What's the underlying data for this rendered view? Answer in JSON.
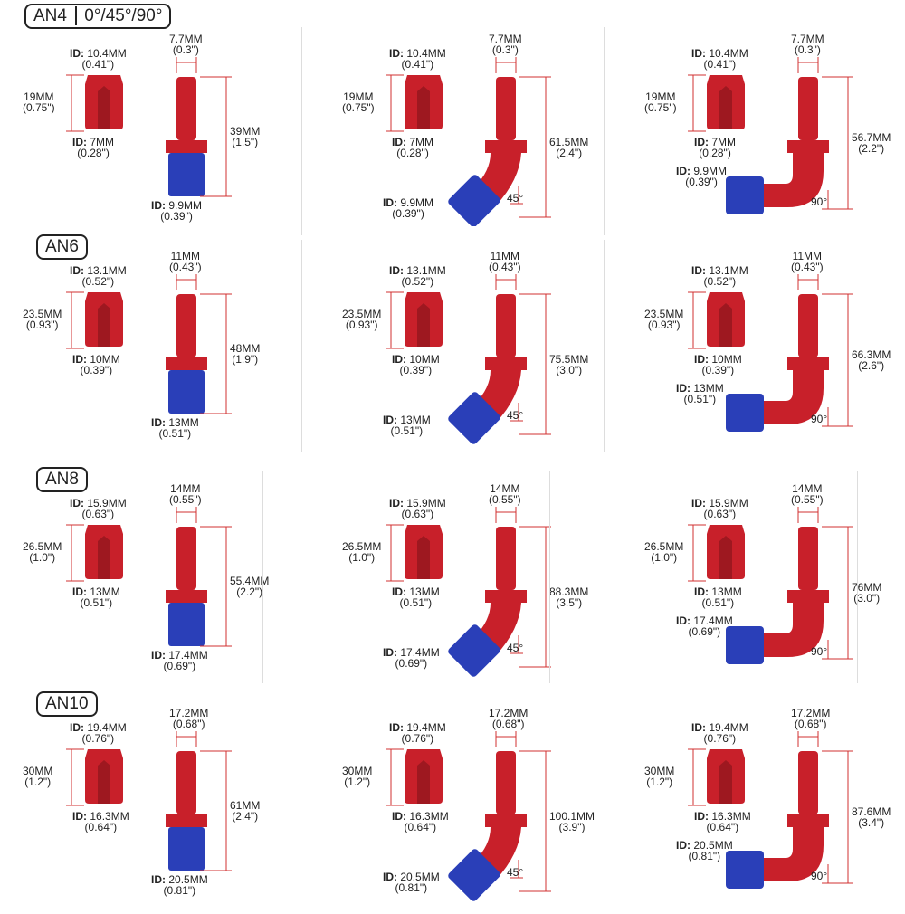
{
  "title_angles": "0°/45°/90°",
  "colors": {
    "red": "#c8202a",
    "blue": "#2a3fb8",
    "dim": "#d23030"
  },
  "rows": [
    {
      "label": "AN4",
      "panels": [
        {
          "type": "0",
          "sock_id": "10.4MM",
          "sock_id_in": "(0.41\")",
          "sock_h": "19MM",
          "sock_h_in": "(0.75\")",
          "sock_id2": "7MM",
          "sock_id2_in": "(0.28\")",
          "tip": "7.7MM",
          "tip_in": "(0.3\")",
          "len": "39MM",
          "len_in": "(1.5\")",
          "hose_id": "9.9MM",
          "hose_id_in": "(0.39\")",
          "angle": ""
        },
        {
          "type": "45",
          "sock_id": "10.4MM",
          "sock_id_in": "(0.41\")",
          "sock_h": "19MM",
          "sock_h_in": "(0.75\")",
          "sock_id2": "7MM",
          "sock_id2_in": "(0.28\")",
          "tip": "7.7MM",
          "tip_in": "(0.3\")",
          "len": "61.5MM",
          "len_in": "(2.4\")",
          "hose_id": "9.9MM",
          "hose_id_in": "(0.39\")",
          "angle": "45°"
        },
        {
          "type": "90",
          "sock_id": "10.4MM",
          "sock_id_in": "(0.41\")",
          "sock_h": "19MM",
          "sock_h_in": "(0.75\")",
          "sock_id2": "7MM",
          "sock_id2_in": "(0.28\")",
          "tip": "7.7MM",
          "tip_in": "(0.3\")",
          "len": "56.7MM",
          "len_in": "(2.2\")",
          "hose_id": "9.9MM",
          "hose_id_in": "(0.39\")",
          "angle": "90°"
        }
      ]
    },
    {
      "label": "AN6",
      "panels": [
        {
          "type": "0",
          "sock_id": "13.1MM",
          "sock_id_in": "(0.52\")",
          "sock_h": "23.5MM",
          "sock_h_in": "(0.93\")",
          "sock_id2": "10MM",
          "sock_id2_in": "(0.39\")",
          "tip": "11MM",
          "tip_in": "(0.43\")",
          "len": "48MM",
          "len_in": "(1.9\")",
          "hose_id": "13MM",
          "hose_id_in": "(0.51\")",
          "angle": ""
        },
        {
          "type": "45",
          "sock_id": "13.1MM",
          "sock_id_in": "(0.52\")",
          "sock_h": "23.5MM",
          "sock_h_in": "(0.93\")",
          "sock_id2": "10MM",
          "sock_id2_in": "(0.39\")",
          "tip": "11MM",
          "tip_in": "(0.43\")",
          "len": "75.5MM",
          "len_in": "(3.0\")",
          "hose_id": "13MM",
          "hose_id_in": "(0.51\")",
          "angle": "45°"
        },
        {
          "type": "90",
          "sock_id": "13.1MM",
          "sock_id_in": "(0.52\")",
          "sock_h": "23.5MM",
          "sock_h_in": "(0.93\")",
          "sock_id2": "10MM",
          "sock_id2_in": "(0.39\")",
          "tip": "11MM",
          "tip_in": "(0.43\")",
          "len": "66.3MM",
          "len_in": "(2.6\")",
          "hose_id": "13MM",
          "hose_id_in": "(0.51\")",
          "angle": "90°"
        }
      ]
    },
    {
      "label": "AN8",
      "panels": [
        {
          "type": "0",
          "sock_id": "15.9MM",
          "sock_id_in": "(0.63\")",
          "sock_h": "26.5MM",
          "sock_h_in": "(1.0\")",
          "sock_id2": "13MM",
          "sock_id2_in": "(0.51\")",
          "tip": "14MM",
          "tip_in": "(0.55\")",
          "len": "55.4MM",
          "len_in": "(2.2\")",
          "hose_id": "17.4MM",
          "hose_id_in": "(0.69\")",
          "angle": ""
        },
        {
          "type": "45",
          "sock_id": "15.9MM",
          "sock_id_in": "(0.63\")",
          "sock_h": "26.5MM",
          "sock_h_in": "(1.0\")",
          "sock_id2": "13MM",
          "sock_id2_in": "(0.51\")",
          "tip": "14MM",
          "tip_in": "(0.55\")",
          "len": "88.3MM",
          "len_in": "(3.5\")",
          "hose_id": "17.4MM",
          "hose_id_in": "(0.69\")",
          "angle": "45°"
        },
        {
          "type": "90",
          "sock_id": "15.9MM",
          "sock_id_in": "(0.63\")",
          "sock_h": "26.5MM",
          "sock_h_in": "(1.0\")",
          "sock_id2": "13MM",
          "sock_id2_in": "(0.51\")",
          "tip": "14MM",
          "tip_in": "(0.55\")",
          "len": "76MM",
          "len_in": "(3.0\")",
          "hose_id": "17.4MM",
          "hose_id_in": "(0.69\")",
          "angle": "90°"
        }
      ]
    },
    {
      "label": "AN10",
      "panels": [
        {
          "type": "0",
          "sock_id": "19.4MM",
          "sock_id_in": "(0.76\")",
          "sock_h": "30MM",
          "sock_h_in": "(1.2\")",
          "sock_id2": "16.3MM",
          "sock_id2_in": "(0.64\")",
          "tip": "17.2MM",
          "tip_in": "(0.68\")",
          "len": "61MM",
          "len_in": "(2.4\")",
          "hose_id": "20.5MM",
          "hose_id_in": "(0.81\")",
          "angle": ""
        },
        {
          "type": "45",
          "sock_id": "19.4MM",
          "sock_id_in": "(0.76\")",
          "sock_h": "30MM",
          "sock_h_in": "(1.2\")",
          "sock_id2": "16.3MM",
          "sock_id2_in": "(0.64\")",
          "tip": "17.2MM",
          "tip_in": "(0.68\")",
          "len": "100.1MM",
          "len_in": "(3.9\")",
          "hose_id": "20.5MM",
          "hose_id_in": "(0.81\")",
          "angle": "45°"
        },
        {
          "type": "90",
          "sock_id": "19.4MM",
          "sock_id_in": "(0.76\")",
          "sock_h": "30MM",
          "sock_h_in": "(1.2\")",
          "sock_id2": "16.3MM",
          "sock_id2_in": "(0.64\")",
          "tip": "17.2MM",
          "tip_in": "(0.68\")",
          "len": "87.6MM",
          "len_in": "(3.4\")",
          "hose_id": "20.5MM",
          "hose_id_in": "(0.81\")",
          "angle": "90°"
        }
      ]
    }
  ],
  "id_prefix": "ID:"
}
